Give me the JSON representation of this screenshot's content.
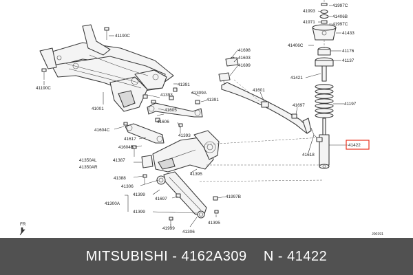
{
  "footer": {
    "brand": "MITSUBISHI",
    "sep": " - ",
    "part_number": "4162A309",
    "gap": "    ",
    "callout": "N - 41422"
  },
  "callouts": {
    "c41190c_top": "41190C",
    "c41190c_left": "41190C",
    "c41001": "41001",
    "c41393_a": "41393",
    "c41391_a": "41391",
    "c41309a": "41309A",
    "c41391_b": "41391",
    "c41605": "41605",
    "c41606": "41606",
    "c41604c": "41604C",
    "c41393_b": "41393",
    "c41617": "41617",
    "c41604b": "41604B",
    "c41387": "41387",
    "c41350al": "41350AL",
    "c41350ar": "41350AR",
    "c41388": "41388",
    "c41395_a": "41395",
    "c41306_a": "41306",
    "c41399_a": "41399",
    "c41697_b": "41697",
    "c41300a": "41300A",
    "c41399_b": "41399",
    "c41997b": "41997B",
    "c41999": "41999",
    "c41306_b": "41306",
    "c41395_b": "41395",
    "c41698": "41698",
    "c41603": "41603",
    "c41699": "41699",
    "c41601": "41601",
    "c41697_a": "41697",
    "c41618": "41618",
    "c41421": "41421",
    "c41197": "41197",
    "c41422": "41422",
    "c41993": "41993",
    "c41997c_top": "41997C",
    "c41971": "41971",
    "c41406c": "41406C",
    "c41406b": "41406B",
    "c41997c": "41997C",
    "c41433": "41433",
    "c41176": "41176",
    "c41137": "41137",
    "fr": "FR",
    "diagram_code": "J00191"
  },
  "colors": {
    "highlight": "#e8321e",
    "footer_bg": "#515151",
    "footer_text": "#ffffff"
  },
  "icons": {
    "front_arrow": "front-direction-arrow-icon"
  }
}
